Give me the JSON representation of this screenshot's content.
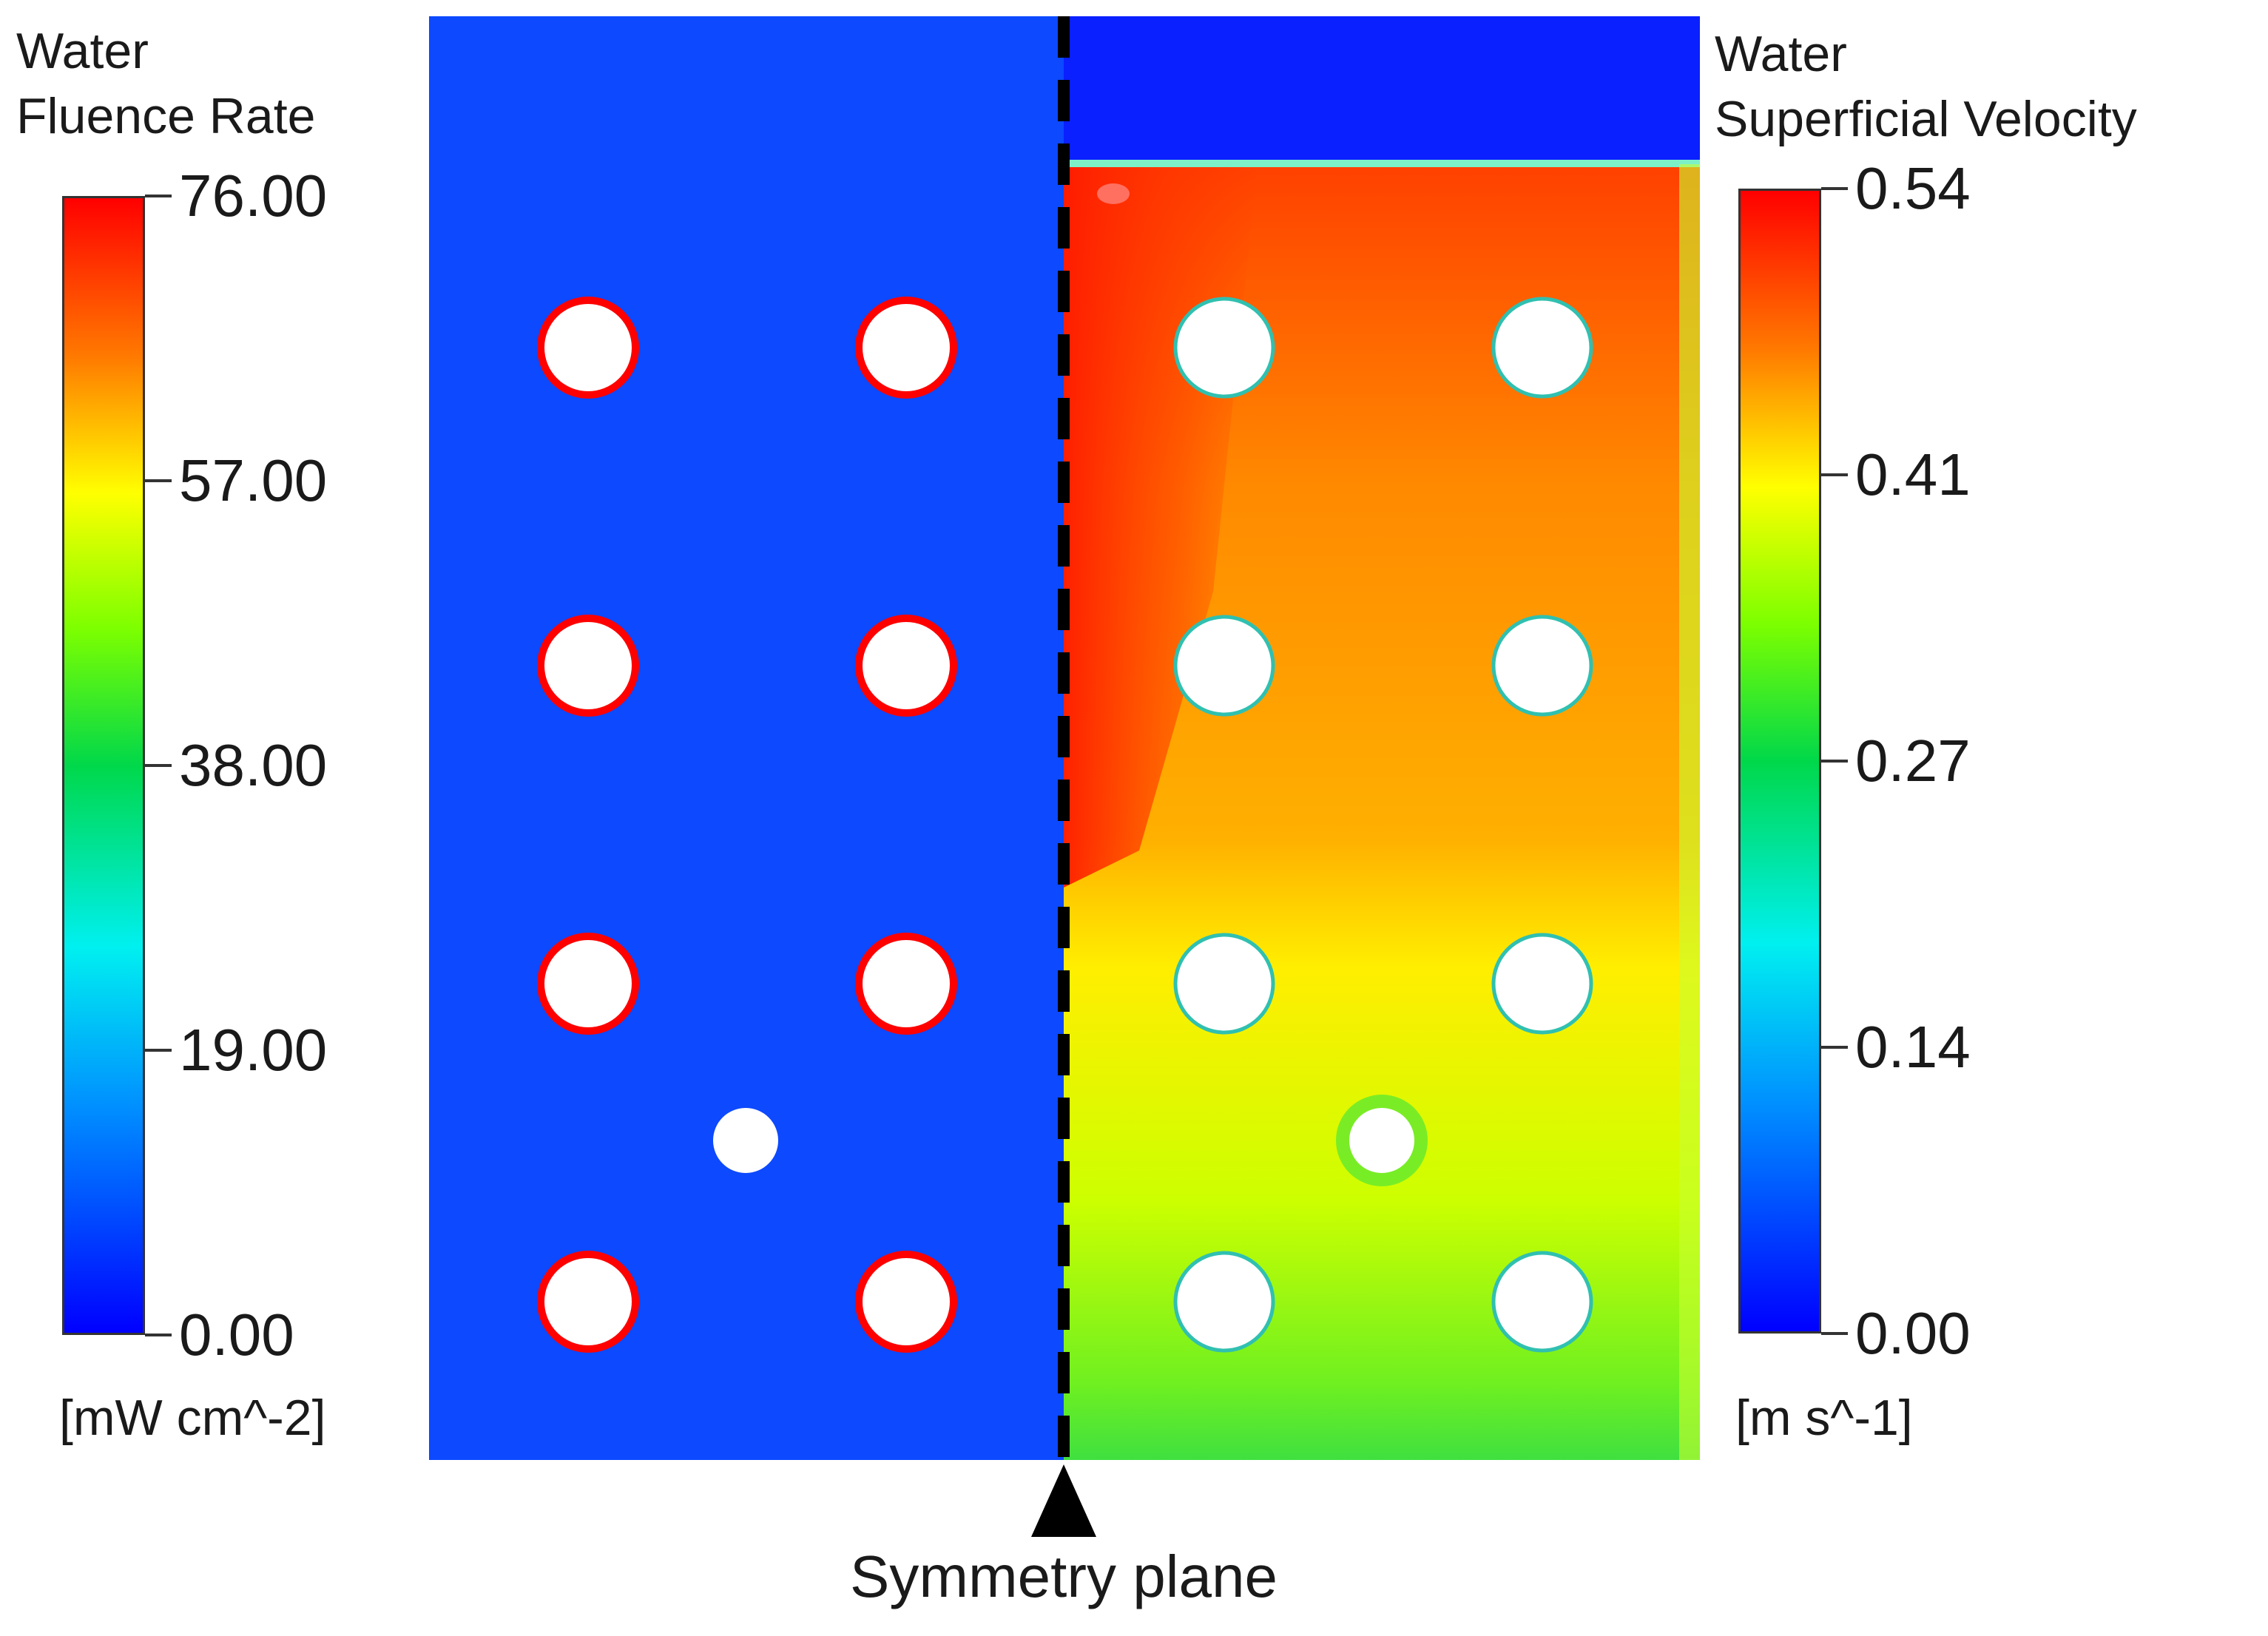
{
  "left_colorbar": {
    "title_line1": "Water",
    "title_line2": "Fluence Rate",
    "ticks": [
      "76.00",
      "57.00",
      "38.00",
      "19.00",
      "0.00"
    ],
    "unit": "[mW cm^-2]",
    "colors": [
      "#ff0000",
      "#ff8000",
      "#ffff00",
      "#00e000",
      "#00ffff",
      "#0080ff",
      "#0000ff"
    ]
  },
  "right_colorbar": {
    "title_line1": "Water",
    "title_line2": "Superficial Velocity",
    "ticks": [
      "0.54",
      "0.41",
      "0.27",
      "0.14",
      "0.00"
    ],
    "unit": "[m s^-1]",
    "colors": [
      "#ff0000",
      "#ff8000",
      "#ffff00",
      "#00e000",
      "#00ffff",
      "#0080ff",
      "#0000ff"
    ]
  },
  "annotation": {
    "symmetry_label": "Symmetry plane"
  },
  "palette": {
    "domain_blue": "#0a3cff",
    "lamp_fill": "#ffffff",
    "lamp_ring": "#ff0000",
    "arrow": "#000000"
  }
}
